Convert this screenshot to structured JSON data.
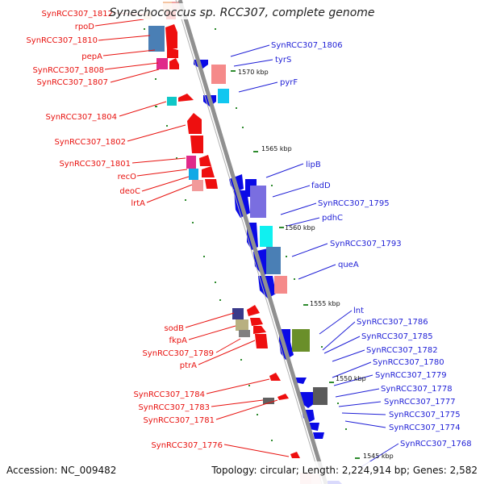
{
  "title": "Synechococcus sp. RCC307, complete genome",
  "footer": {
    "accession": "Accession: NC_009482",
    "topology": "Topology: circular; Length: 2,224,914 bp; Genes: 2,582"
  },
  "colors": {
    "backbone": "#909090",
    "left_label": "#e8120f",
    "right_label": "#1f1fd6",
    "tick": "#2e8b2e",
    "forward_gene": "#0a0ae6",
    "reverse_gene": "#ee0f0f"
  },
  "kbp_markers": [
    "1570 kbp",
    "1565 kbp",
    "1560 kbp",
    "1555 kbp",
    "1550 kbp",
    "1545 kbp"
  ],
  "left_labels": [
    "SynRCC307_1812",
    "rpoD",
    "SynRCC307_1810",
    "pepA",
    "SynRCC307_1808",
    "SynRCC307_1807",
    "SynRCC307_1804",
    "SynRCC307_1802",
    "SynRCC307_1801",
    "recO",
    "deoC",
    "lrtA",
    "sodB",
    "fkpA",
    "SynRCC307_1789",
    "ptrA",
    "SynRCC307_1784",
    "SynRCC307_1783",
    "SynRCC307_1781",
    "SynRCC307_1776"
  ],
  "right_labels": [
    "SynRCC307_1806",
    "tyrS",
    "pyrF",
    "lipB",
    "fadD",
    "SynRCC307_1795",
    "pdhC",
    "SynRCC307_1793",
    "queA",
    "lnt",
    "SynRCC307_1786",
    "SynRCC307_1785",
    "SynRCC307_1782",
    "SynRCC307_1780",
    "SynRCC307_1779",
    "SynRCC307_1778",
    "SynRCC307_1777",
    "SynRCC307_1775",
    "SynRCC307_1774",
    "SynRCC307_1768"
  ]
}
